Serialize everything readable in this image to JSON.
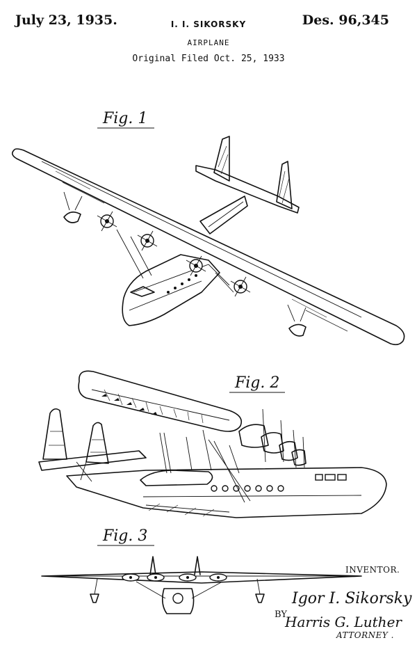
{
  "header": {
    "date": "July 23, 1935.",
    "inventor": "I. I. SIKORSKY",
    "design_number": "Des. 96,345",
    "title": "AIRPLANE",
    "filed": "Original Filed Oct. 25, 1933"
  },
  "figures": {
    "fig1_label": "Fig. 1",
    "fig2_label": "Fig. 2",
    "fig3_label": "Fig. 3"
  },
  "signature": {
    "inventor_label": "INVENTOR.",
    "inventor_name": "Igor I. Sikorsky",
    "by": "BY",
    "attorney_name": "Harris G. Luther",
    "attorney_label": "ATTORNEY ."
  }
}
